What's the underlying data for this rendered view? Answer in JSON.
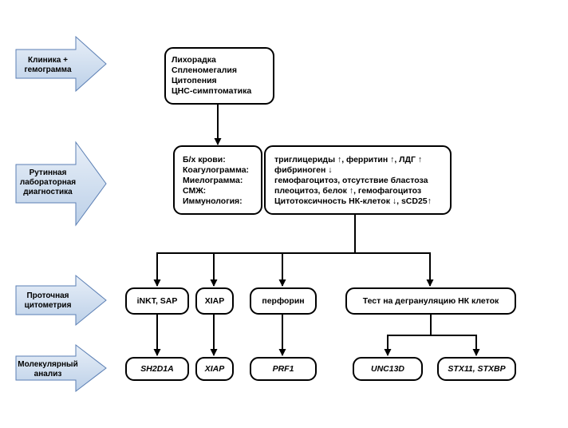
{
  "stages": [
    {
      "label_lines": [
        "Клиника +",
        "гемограмма"
      ]
    },
    {
      "label_lines": [
        "Рутинная",
        "лабораторная",
        "диагностика"
      ]
    },
    {
      "label_lines": [
        "Проточная",
        "цитометрия"
      ]
    },
    {
      "label_lines": [
        "Молекулярный",
        "анализ"
      ]
    }
  ],
  "clinical_box": {
    "lines": [
      "Лихорадка",
      "Спленомегалия",
      "Цитопения",
      "ЦНС-симптоматика"
    ]
  },
  "lab_tests_box": {
    "lines": [
      "Б/х крови:",
      "Коагулограмма:",
      "Миелограмма:",
      "СМЖ:",
      "Иммунология:"
    ]
  },
  "lab_findings_box": {
    "lines": [
      "триглицериды ↑, ферритин ↑, ЛДГ ↑",
      "фибриноген ↓",
      "гемофагоцитоз, отсутствие бластоза",
      "плеоцитоз, белок ↑, гемофагоцитоз",
      "Цитотоксичность НК-клеток ↓, sCD25↑"
    ]
  },
  "flow_cytometry": [
    {
      "label": "iNKT, SAP"
    },
    {
      "label": "XIAP"
    },
    {
      "label": "перфорин"
    },
    {
      "label": "Тест на дегрануляцию НК клеток"
    }
  ],
  "molecular": [
    {
      "label": "SH2D1A"
    },
    {
      "label": "XIAP"
    },
    {
      "label": "PRF1"
    },
    {
      "label": "UNC13D"
    },
    {
      "label": "STX11, STXBP"
    }
  ],
  "colors": {
    "arrow_fill_top": "#e8eff8",
    "arrow_fill_bottom": "#bcd0e8",
    "arrow_stroke": "#5b7fb4",
    "line": "#000000"
  }
}
